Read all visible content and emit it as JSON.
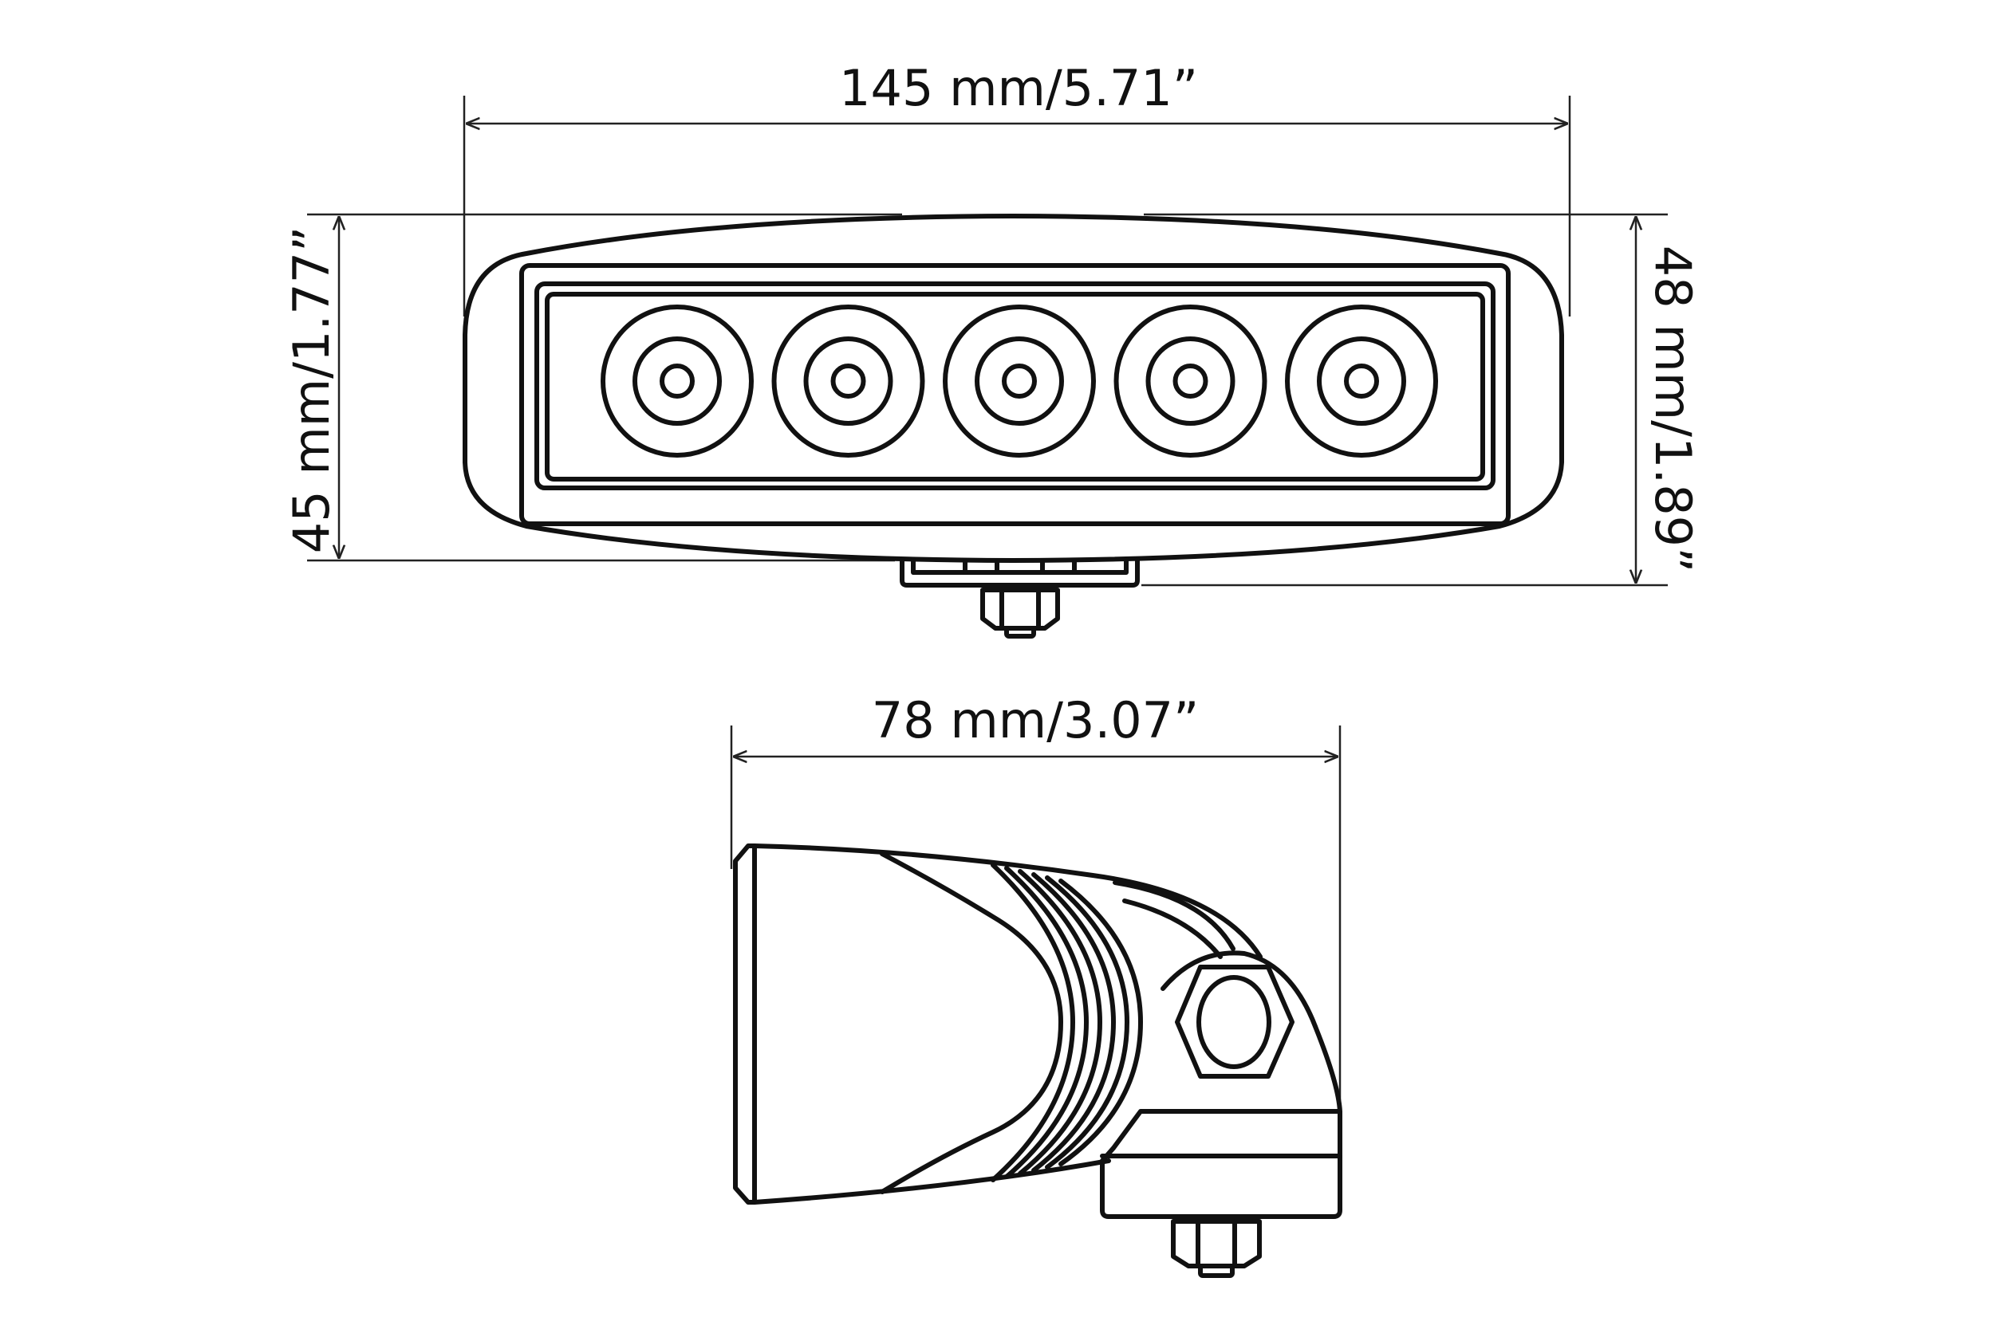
{
  "front_view": {
    "width_label": "145 mm/5.71”",
    "height_left_label": "45 mm/1.77”",
    "height_right_label": "48 mm/1.89”",
    "led_count": 5
  },
  "side_view": {
    "depth_label": "78 mm/3.07”"
  },
  "colors": {
    "line": "#111111",
    "background": "#ffffff"
  }
}
